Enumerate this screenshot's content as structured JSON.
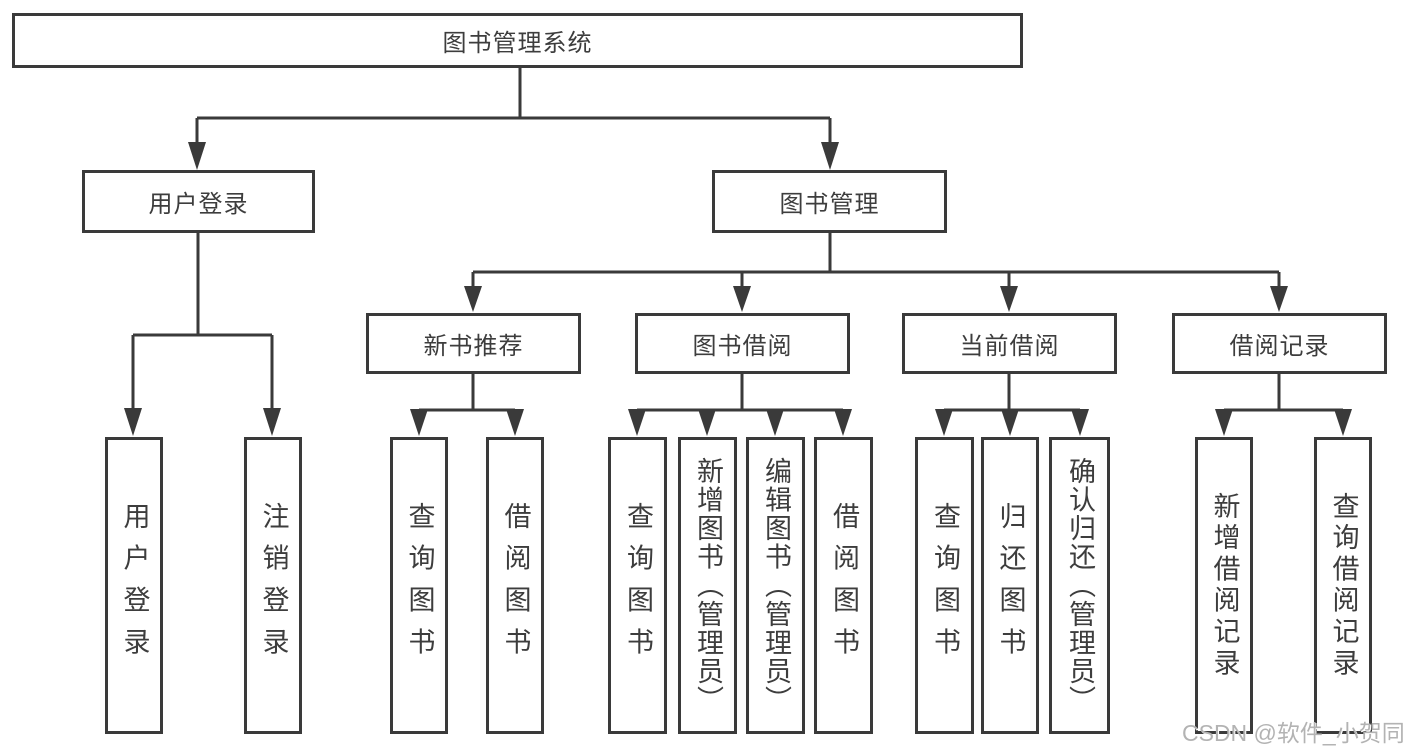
{
  "diagram": {
    "root": {
      "label": "图书管理系统",
      "children": [
        {
          "label": "用户登录",
          "children": [
            {
              "label": "用户登录"
            },
            {
              "label": "注销登录"
            }
          ]
        },
        {
          "label": "图书管理",
          "children": [
            {
              "label": "新书推荐",
              "children": [
                {
                  "label": "查询图书"
                },
                {
                  "label": "借阅图书"
                }
              ]
            },
            {
              "label": "图书借阅",
              "children": [
                {
                  "label": "查询图书"
                },
                {
                  "label": "新增图书（管理员）"
                },
                {
                  "label": "编辑图书（管理员）"
                },
                {
                  "label": "借阅图书"
                }
              ]
            },
            {
              "label": "当前借阅",
              "children": [
                {
                  "label": "查询图书"
                },
                {
                  "label": "归还图书"
                },
                {
                  "label": "确认归还（管理员）"
                }
              ]
            },
            {
              "label": "借阅记录",
              "children": [
                {
                  "label": "新增借阅记录"
                },
                {
                  "label": "查询借阅记录"
                }
              ]
            }
          ]
        }
      ]
    },
    "colors": {
      "line": "#3a3a3a",
      "node_border": "#3a3a3a",
      "node_text": "#3d3d3d",
      "background": "#ffffff"
    }
  },
  "watermark": {
    "text": "CSDN @软件_小贺同学",
    "color": "#b3b3b3"
  }
}
